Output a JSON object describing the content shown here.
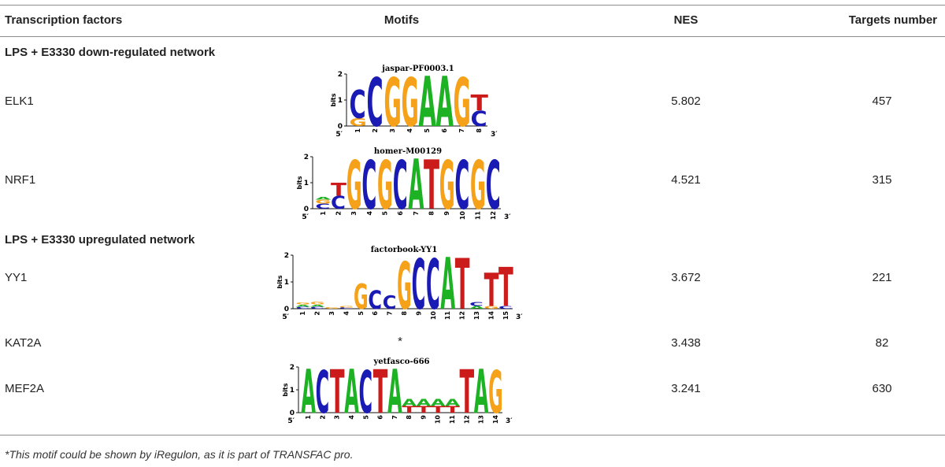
{
  "headers": {
    "tf": "Transcription factors",
    "motifs": "Motifs",
    "nes": "NES",
    "targets": "Targets number"
  },
  "sections": {
    "down": "LPS + E3330 down-regulated network",
    "up": "LPS + E3330 upregulated network"
  },
  "rows": [
    {
      "tf": "ELK1",
      "nes": "5.802",
      "targets": "457",
      "motif_id": "jaspar-PF0003.1"
    },
    {
      "tf": "NRF1",
      "nes": "4.521",
      "targets": "315",
      "motif_id": "homer-M00129"
    },
    {
      "tf": "YY1",
      "nes": "3.672",
      "targets": "221",
      "motif_id": "factorbook-YY1"
    },
    {
      "tf": "KAT2A",
      "nes": "3.438",
      "targets": "82",
      "motif_id": "*"
    },
    {
      "tf": "MEF2A",
      "nes": "3.241",
      "targets": "630",
      "motif_id": "yetfasco-666"
    }
  ],
  "logo_axis": {
    "ylabel": "bits",
    "five_prime": "5′",
    "three_prime": "3′",
    "ticks": [
      "0",
      "1",
      "2"
    ]
  },
  "logos": {
    "elk1": [
      [
        [
          "G",
          0.3
        ],
        [
          "C",
          1.1
        ]
      ],
      [
        [
          "C",
          1.9
        ]
      ],
      [
        [
          "G",
          1.9
        ]
      ],
      [
        [
          "G",
          1.9
        ]
      ],
      [
        [
          "A",
          1.9
        ]
      ],
      [
        [
          "A",
          1.9
        ]
      ],
      [
        [
          "G",
          1.9
        ]
      ],
      [
        [
          "C",
          0.6
        ],
        [
          "T",
          0.6
        ]
      ]
    ],
    "nrf1": [
      [
        [
          "C",
          0.2
        ],
        [
          "G",
          0.15
        ],
        [
          "A",
          0.1
        ]
      ],
      [
        [
          "C",
          0.5
        ],
        [
          "T",
          0.5
        ]
      ],
      [
        [
          "G",
          1.9
        ]
      ],
      [
        [
          "C",
          1.9
        ]
      ],
      [
        [
          "G",
          1.9
        ]
      ],
      [
        [
          "C",
          1.9
        ]
      ],
      [
        [
          "A",
          1.9
        ]
      ],
      [
        [
          "T",
          1.9
        ]
      ],
      [
        [
          "G",
          1.9
        ]
      ],
      [
        [
          "C",
          1.9
        ]
      ],
      [
        [
          "G",
          1.9
        ]
      ],
      [
        [
          "C",
          1.9
        ]
      ]
    ],
    "yy1": [
      [
        [
          "C",
          0.08
        ],
        [
          "A",
          0.08
        ],
        [
          "G",
          0.08
        ]
      ],
      [
        [
          "C",
          0.08
        ],
        [
          "A",
          0.08
        ],
        [
          "G",
          0.1
        ]
      ],
      [
        [
          "G",
          0.05
        ]
      ],
      [
        [
          "C",
          0.05
        ],
        [
          "G",
          0.05
        ]
      ],
      [
        [
          "G",
          0.95
        ]
      ],
      [
        [
          "C",
          0.7
        ]
      ],
      [
        [
          "C",
          0.5
        ]
      ],
      [
        [
          "G",
          1.8
        ]
      ],
      [
        [
          "C",
          1.9
        ]
      ],
      [
        [
          "C",
          1.9
        ]
      ],
      [
        [
          "A",
          1.9
        ]
      ],
      [
        [
          "T",
          1.9
        ]
      ],
      [
        [
          "A",
          0.1
        ],
        [
          "C",
          0.15
        ]
      ],
      [
        [
          "G",
          0.1
        ],
        [
          "T",
          1.25
        ]
      ],
      [
        [
          "C",
          0.1
        ],
        [
          "T",
          1.45
        ]
      ]
    ],
    "mef2a": [
      [
        [
          "A",
          1.9
        ]
      ],
      [
        [
          "C",
          1.9
        ]
      ],
      [
        [
          "T",
          1.9
        ]
      ],
      [
        [
          "A",
          1.9
        ]
      ],
      [
        [
          "C",
          1.9
        ]
      ],
      [
        [
          "T",
          1.9
        ]
      ],
      [
        [
          "A",
          1.9
        ]
      ],
      [
        [
          "T",
          0.3
        ],
        [
          "A",
          0.3
        ]
      ],
      [
        [
          "T",
          0.3
        ],
        [
          "A",
          0.3
        ]
      ],
      [
        [
          "T",
          0.3
        ],
        [
          "A",
          0.3
        ]
      ],
      [
        [
          "T",
          0.3
        ],
        [
          "A",
          0.3
        ]
      ],
      [
        [
          "T",
          1.9
        ]
      ],
      [
        [
          "A",
          1.9
        ]
      ],
      [
        [
          "G",
          1.9
        ]
      ]
    ]
  },
  "base_colors": {
    "A": "#1db224",
    "C": "#1a1ab5",
    "G": "#f5a21a",
    "T": "#cc1b1b"
  },
  "footnote": "*This motif could be shown by iRegulon, as it is part of TRANSFAC pro."
}
